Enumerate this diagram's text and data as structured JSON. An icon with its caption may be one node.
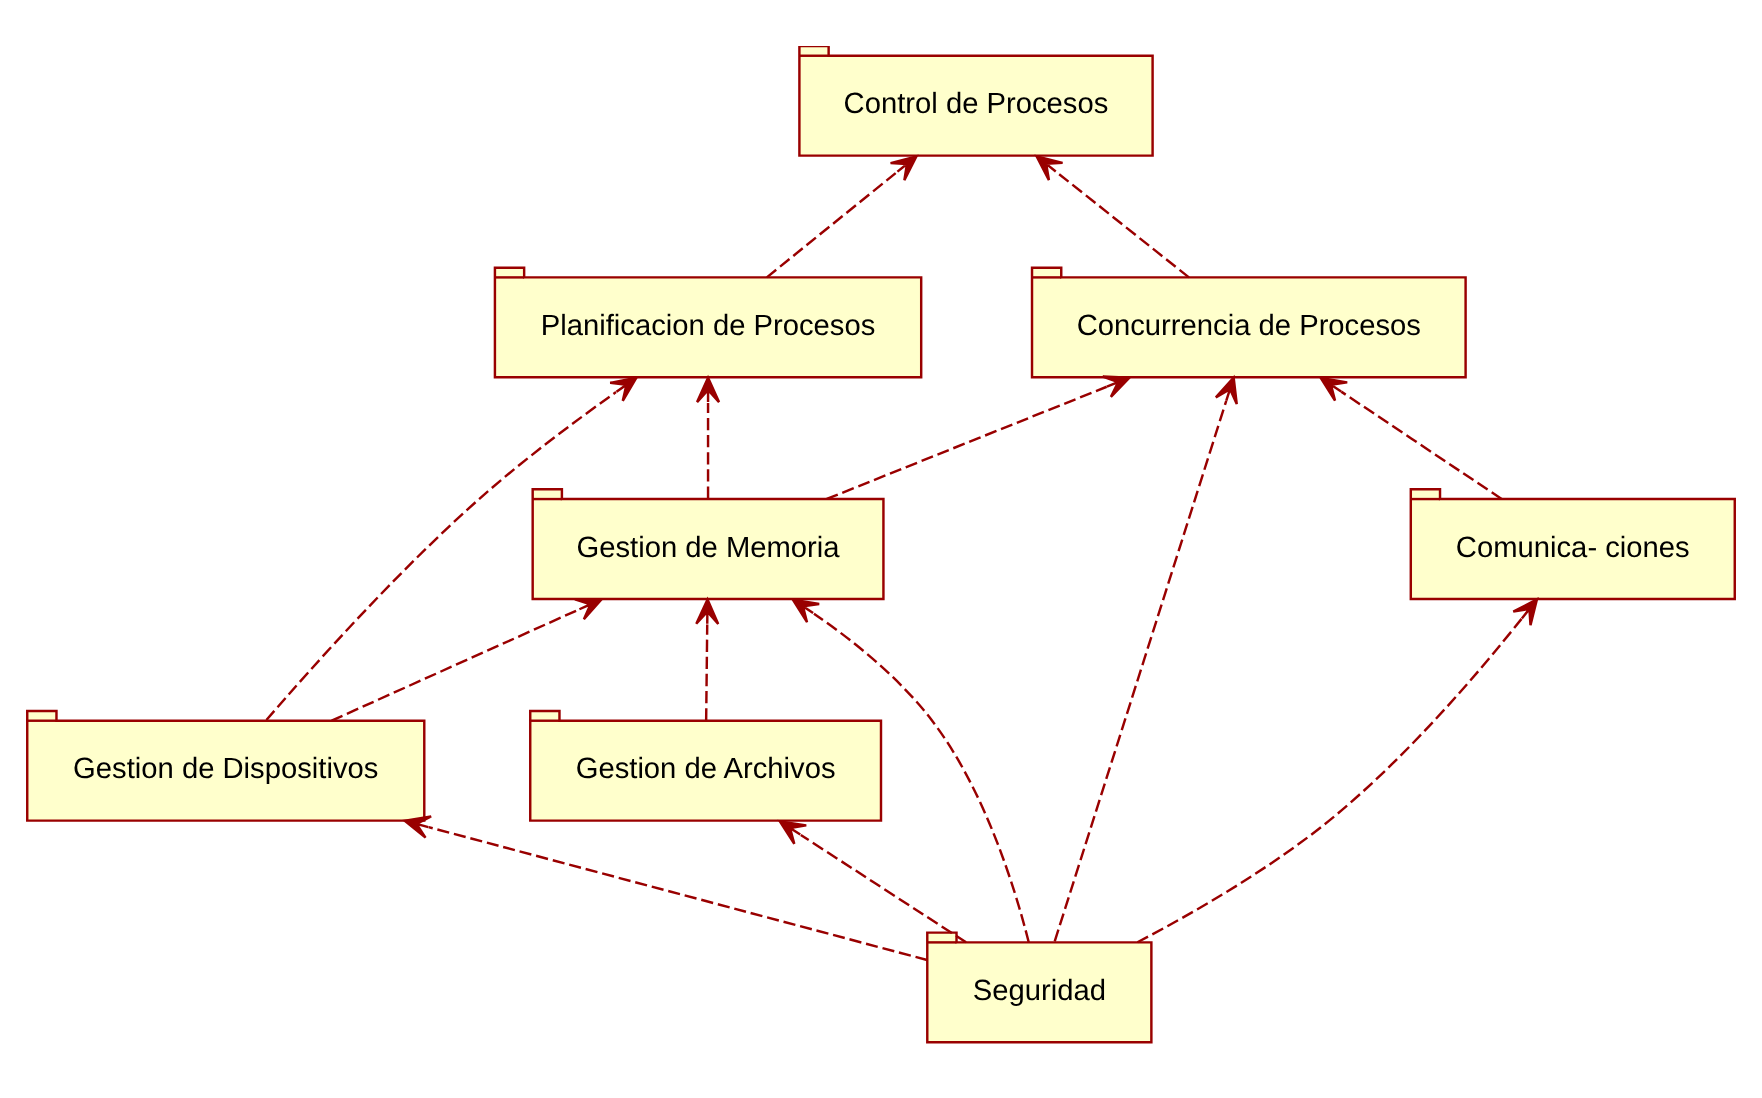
{
  "diagram": {
    "nodes": [
      {
        "text": [
          "Control de Procesos"
        ]
      },
      {
        "text": [
          "Planificacion de Procesos"
        ]
      },
      {
        "text": [
          "Gestion de Memoria"
        ]
      },
      {
        "text": [
          "Concurrencia de Procesos"
        ]
      },
      {
        "text": [
          "Gestion de Dispositivos"
        ]
      },
      {
        "text": [
          "Gestion de Archivos"
        ]
      },
      {
        "text": [
          "Seguridad"
        ]
      },
      {
        "text": [
          "Comunica- ciones"
        ]
      }
    ],
    "edges": [
      {
        "from": 1,
        "to": 0,
        "arrow": "to",
        "style": "dashed"
      },
      {
        "from": 3,
        "to": 0,
        "arrow": "to",
        "style": "dashed"
      },
      {
        "from": 2,
        "to": 1,
        "arrow": "to",
        "style": "dashed"
      },
      {
        "from": 2,
        "to": 3,
        "arrow": "to",
        "style": "dashed"
      },
      {
        "from": 4,
        "to": 1,
        "arrow": "to",
        "style": "dashed"
      },
      {
        "from": 4,
        "to": 2,
        "arrow": "to",
        "style": "dashed"
      },
      {
        "from": 5,
        "to": 2,
        "arrow": "to",
        "style": "dashed"
      },
      {
        "from": 6,
        "to": 4,
        "arrow": "to",
        "style": "dashed"
      },
      {
        "from": 6,
        "to": 2,
        "arrow": "to",
        "style": "dashed"
      },
      {
        "from": 6,
        "to": 5,
        "arrow": "to",
        "style": "dashed"
      },
      {
        "from": 6,
        "to": 3,
        "arrow": "to",
        "style": "dashed"
      },
      {
        "from": 6,
        "to": 7,
        "arrow": "to",
        "style": "dashed"
      },
      {
        "from": 7,
        "to": 3,
        "arrow": "to",
        "style": "dashed"
      }
    ]
  }
}
